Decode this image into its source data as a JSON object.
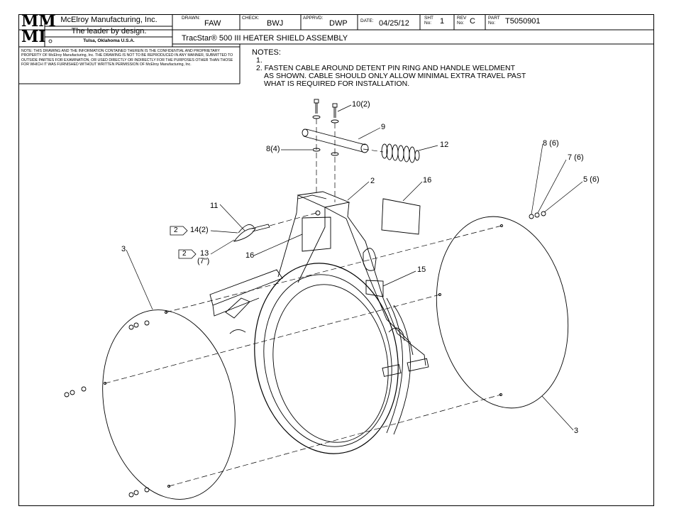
{
  "title_block": {
    "logo_line1": "MM",
    "logo_line2": "MI",
    "company": "McElroy Manufacturing, Inc.",
    "tagline": "The leader by design.",
    "location": "Tulsa, Oklahoma U.S.A.",
    "drawn_label": "DRAWN:",
    "drawn_value": "FAW",
    "check_label": "CHECK:",
    "check_value": "BWJ",
    "apprvd_label": "APPRVD:",
    "apprvd_value": "DWP",
    "date_label": "DATE:",
    "date_value": "04/25/12",
    "sht_label": "SHT\nNo:",
    "sht_value": "1",
    "rev_label": "REV\nNo:",
    "rev_value": "C",
    "part_label": "PART\nNo:",
    "part_value": "T5050901",
    "assembly_title": "TracStar® 500 III HEATER SHIELD ASSEMBLY",
    "confidential_note": "NOTE: THIS DRAWING AND THE INFORMATION CONTAINED THEREIN IS THE CONFIDENTIAL AND PROPRIETARY PROPERTY OF McElroy Manufacturing, Inc. THE DRAWING IS NOT TO BE REPRODUCED IN ANY MANNER, SUBMITTED TO OUTSIDE PARTIES FOR EXAMINATION, OR USED DIRECTLY OR INDIRECTLY FOR THE PURPOSES OTHER THAN THOSE FOR WHICH IT WAS FURNISHED WITHOUT WRITTEN PERMISSION OF McElroy Manufacturing, Inc."
  },
  "notes": {
    "heading": "NOTES:",
    "items": [
      "1.",
      "2. FASTEN CABLE AROUND DETENT PIN RING AND HANDLE WELDMENT",
      "AS SHOWN.  CABLE SHOULD ONLY ALLOW MINIMAL EXTRA TRAVEL PAST",
      "WHAT IS REQUIRED FOR INSTALLATION."
    ]
  },
  "callouts": {
    "c10": "10(2)",
    "c9": "9",
    "c12": "12",
    "c8_4": "8(4)",
    "c2": "2",
    "c16_top": "16",
    "c11": "11",
    "c14": "14(2)",
    "c13": "13",
    "c13_sub": "(7\")",
    "flag_2a": "2",
    "flag_2b": "2",
    "c16_left": "16",
    "c15": "15",
    "c3_left": "3",
    "c3_right": "3",
    "c8_6": "8 (6)",
    "c7_6": "7 (6)",
    "c5_6": "5 (6)"
  }
}
